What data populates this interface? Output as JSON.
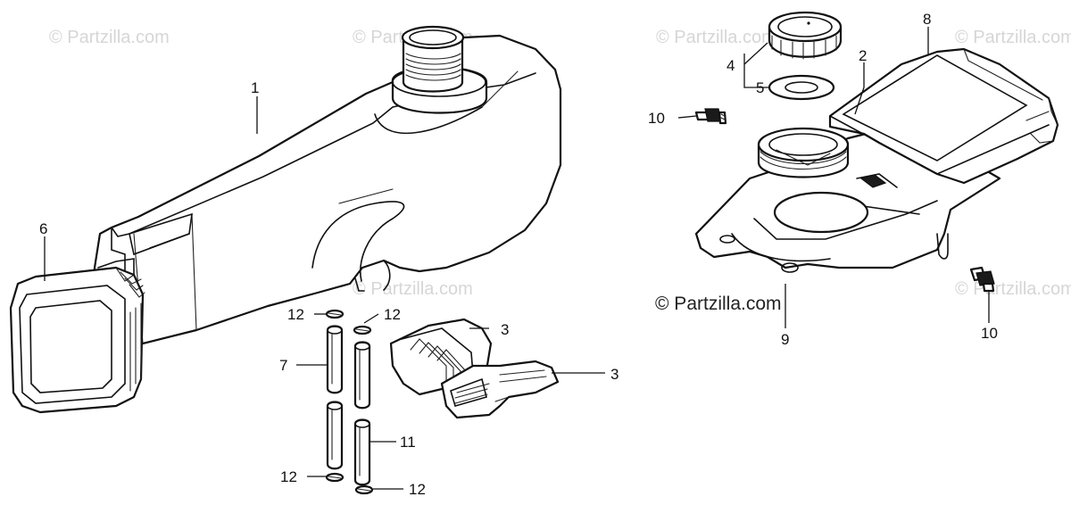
{
  "watermarks": {
    "faint": "© Partzilla.com",
    "main": "© Partzilla.com"
  },
  "callouts": {
    "c1": "1",
    "c2": "2",
    "c3a": "3",
    "c3b": "3",
    "c4": "4",
    "c5": "5",
    "c6": "6",
    "c7": "7",
    "c8": "8",
    "c9": "9",
    "c10a": "10",
    "c10b": "10",
    "c11": "11",
    "c12a": "12",
    "c12b": "12",
    "c12c": "12",
    "c12d": "12"
  },
  "colors": {
    "ink": "#111111",
    "paper": "#ffffff",
    "watermark": "#d6d6d6"
  }
}
